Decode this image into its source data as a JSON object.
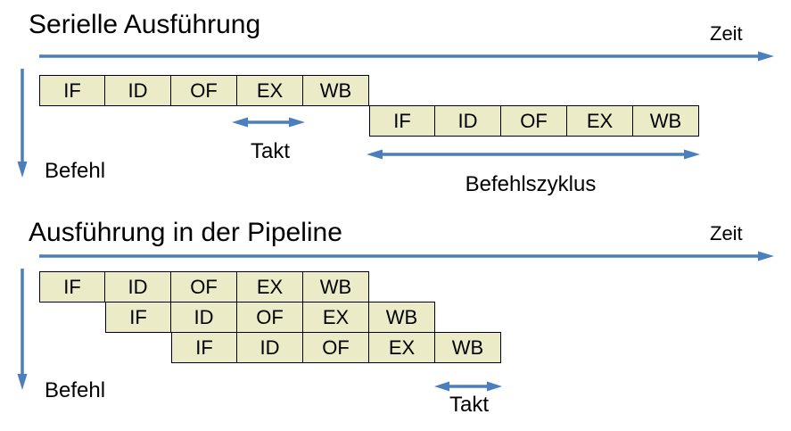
{
  "colors": {
    "background": "#FFFFFF",
    "box_fill": "#EBEBC8",
    "box_border": "#000000",
    "arrow": "#4A7EBD",
    "text": "#000000"
  },
  "serial": {
    "title": "Serielle Ausführung",
    "zeit_label": "Zeit",
    "befehl_label": "Befehl",
    "takt_label": "Takt",
    "befehlszyklus_label": "Befehlszyklus",
    "rows": [
      {
        "cells": [
          "IF",
          "ID",
          "OF",
          "EX",
          "WB"
        ]
      },
      {
        "cells": [
          "IF",
          "ID",
          "OF",
          "EX",
          "WB"
        ]
      }
    ]
  },
  "pipeline": {
    "title": "Ausführung in der Pipeline",
    "zeit_label": "Zeit",
    "befehl_label": "Befehl",
    "takt_label": "Takt",
    "rows": [
      {
        "cells": [
          "IF",
          "ID",
          "OF",
          "EX",
          "WB"
        ]
      },
      {
        "cells": [
          "IF",
          "ID",
          "OF",
          "EX",
          "WB"
        ]
      },
      {
        "cells": [
          "IF",
          "ID",
          "OF",
          "EX",
          "WB"
        ]
      }
    ]
  }
}
